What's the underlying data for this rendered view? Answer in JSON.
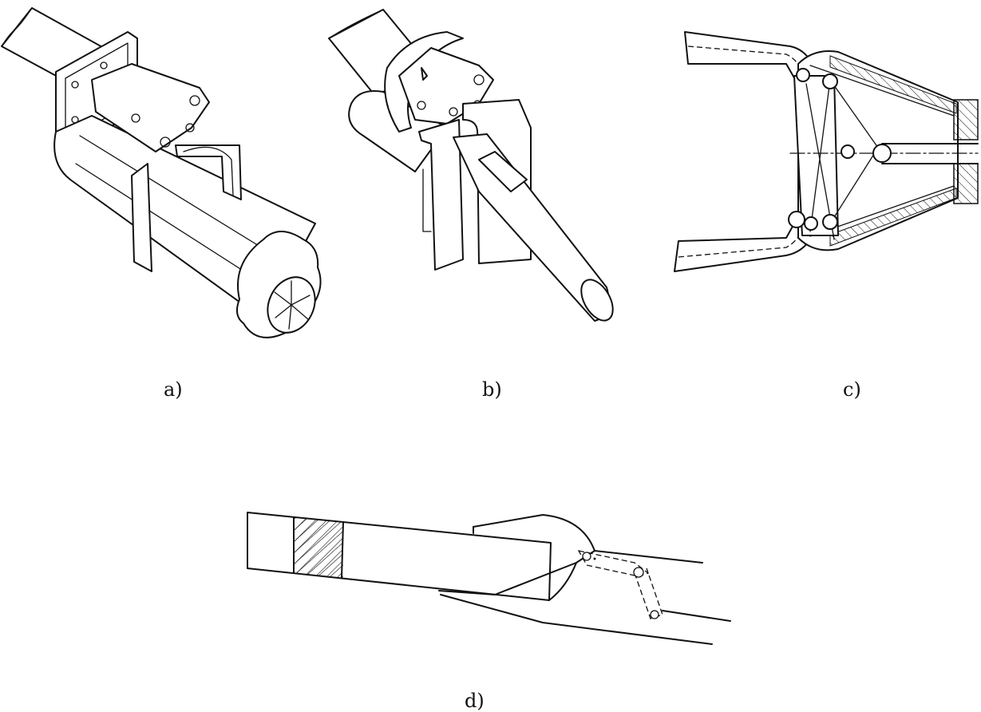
{
  "captions": {
    "a": "a)",
    "b": "b)",
    "c": "c)",
    "d": "d)"
  },
  "colors": {
    "stroke": "#111111",
    "background": "#ffffff"
  }
}
